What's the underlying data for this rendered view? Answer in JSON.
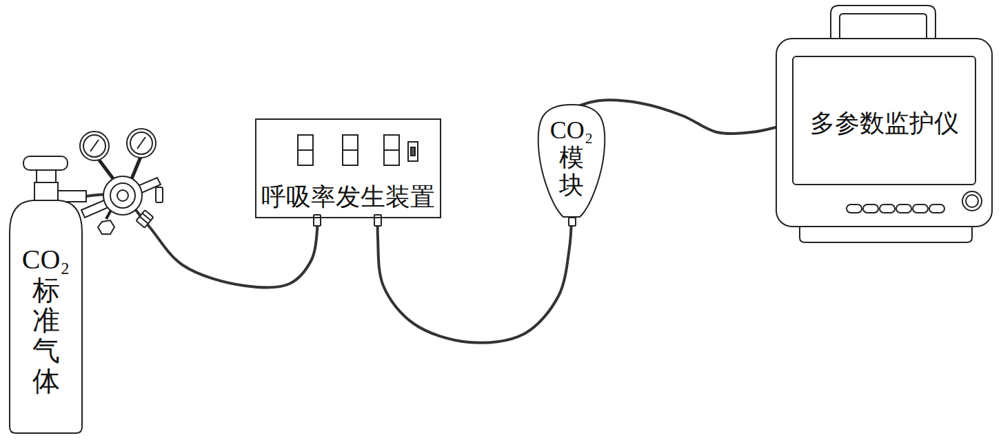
{
  "diagram": {
    "nodes": [
      {
        "text": [
          "CO₂",
          "标准气体"
        ]
      },
      {
        "text": [
          "呼吸率发生装置"
        ]
      },
      {
        "text": [
          "CO₂",
          "模块"
        ]
      },
      {
        "text": [
          "多参数监护仪"
        ]
      }
    ],
    "edges": [
      {
        "from": 0,
        "to": 1,
        "arrow": "none"
      },
      {
        "from": 1,
        "to": 2,
        "arrow": "none"
      },
      {
        "from": 2,
        "to": 3,
        "arrow": "none"
      }
    ]
  }
}
